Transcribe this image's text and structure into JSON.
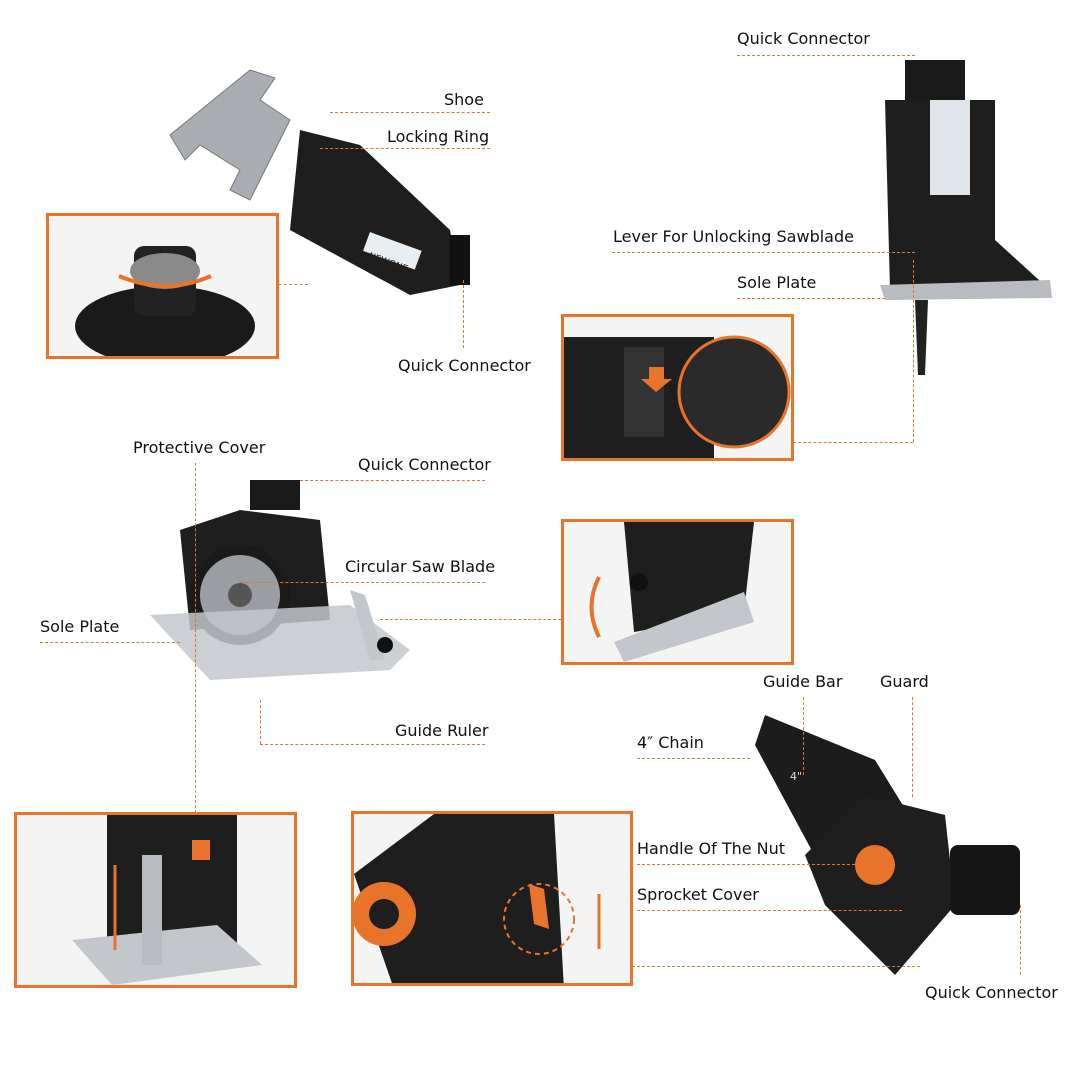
{
  "accent_color": "#e8742c",
  "brand_logo": "NEWONE",
  "reciprocating_saw": {
    "labels": {
      "shoe": "Shoe",
      "locking_ring": "Locking Ring",
      "quick_connector": "Quick Connector"
    }
  },
  "jigsaw": {
    "labels": {
      "quick_connector": "Quick Connector",
      "lever": "Lever For Unlocking Sawblade",
      "sole_plate": "Sole Plate"
    }
  },
  "circular_saw": {
    "labels": {
      "protective_cover": "Protective Cover",
      "quick_connector": "Quick Connector",
      "blade": "Circular Saw Blade",
      "sole_plate": "Sole Plate",
      "guide_ruler": "Guide Ruler"
    }
  },
  "chainsaw": {
    "labels": {
      "guide_bar": "Guide Bar",
      "guard": "Guard",
      "chain": "4″ Chain",
      "handle_nut": "Handle Of The Nut",
      "sprocket_cover": "Sprocket Cover",
      "quick_connector": "Quick Connector"
    },
    "bar_marking": "4\""
  }
}
